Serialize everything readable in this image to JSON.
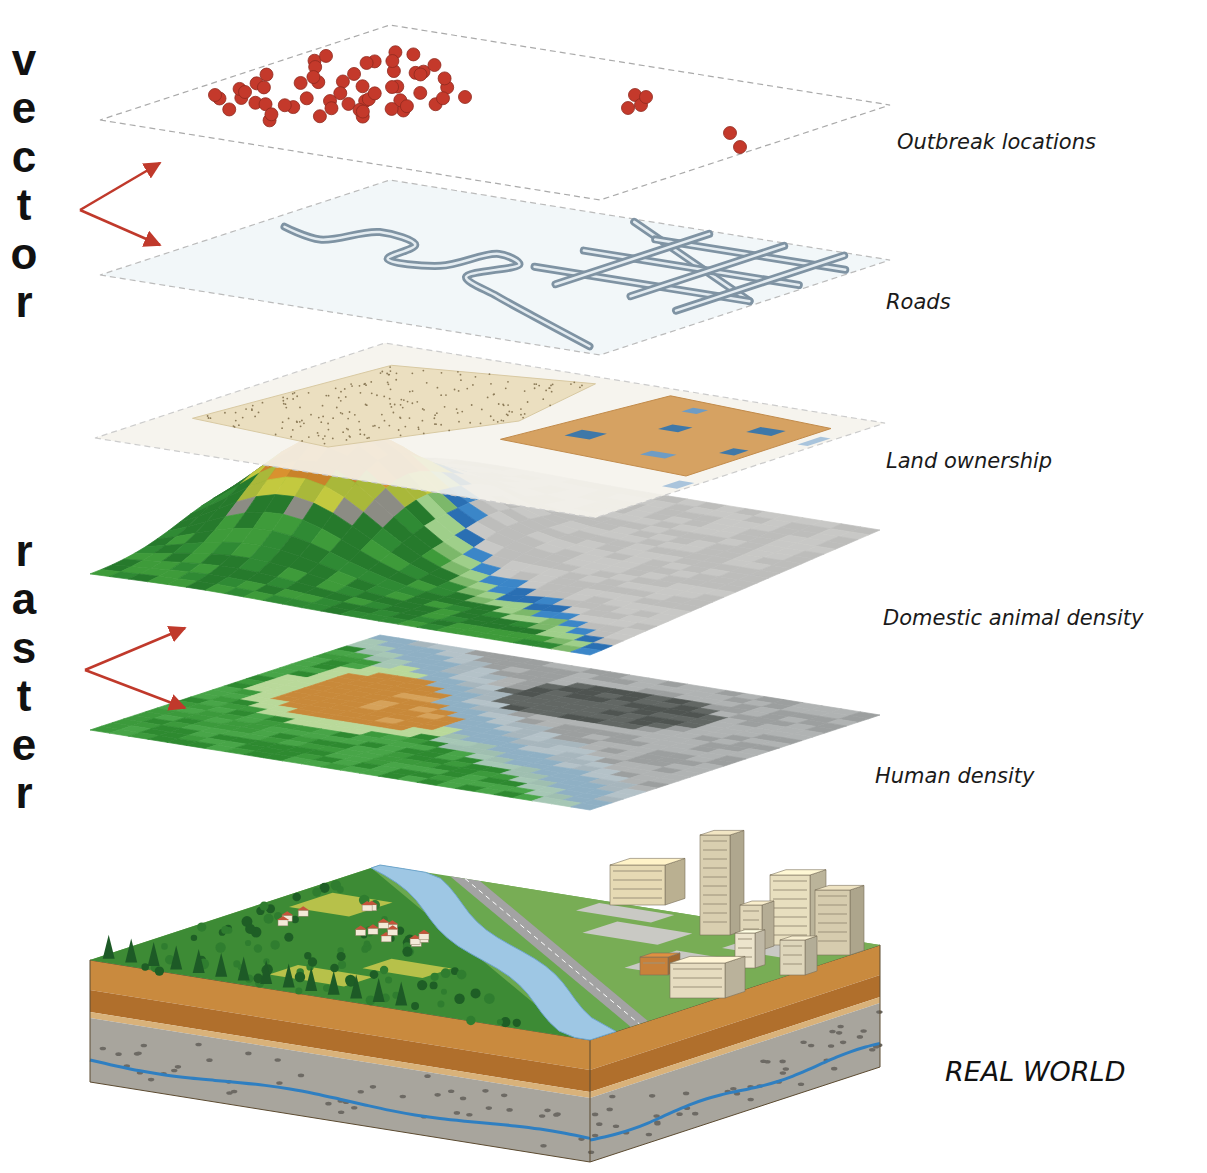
{
  "diagram": {
    "labels": [
      "vector",
      "Outbreak locations",
      "Roads",
      "Land ownership",
      "raster",
      "Domestic animal density",
      "Human density",
      "REAL WORLD"
    ]
  }
}
